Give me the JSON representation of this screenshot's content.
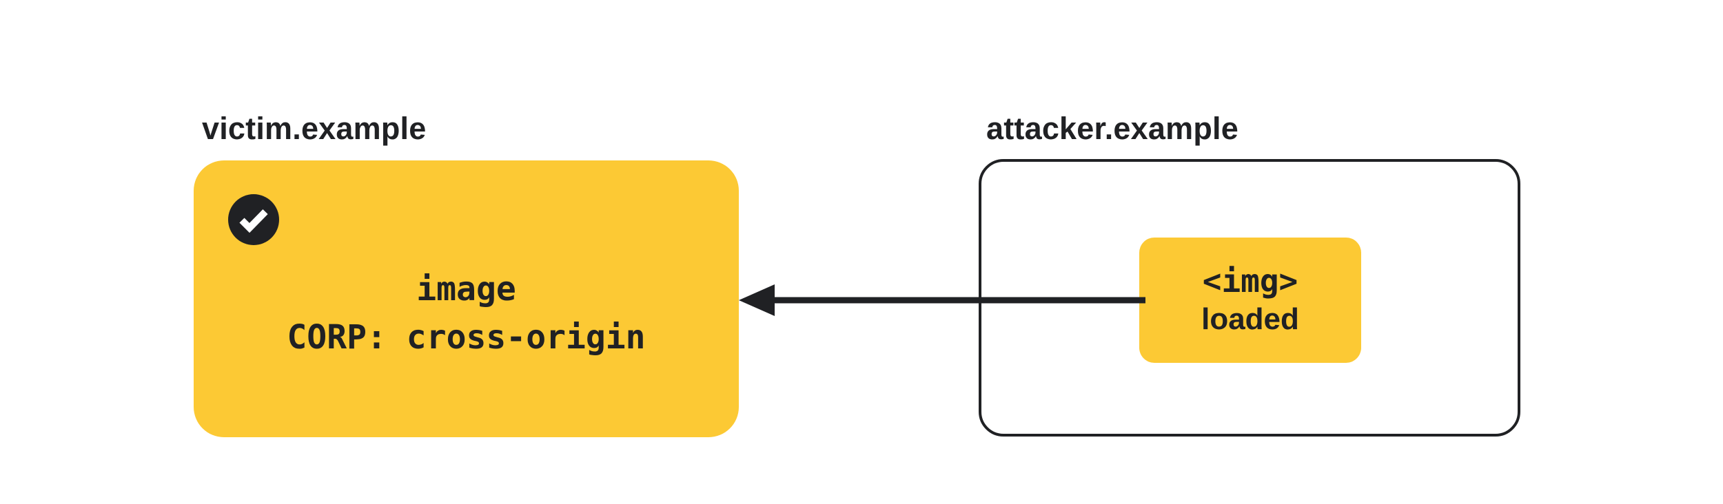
{
  "colors": {
    "yellow": "#FCC934",
    "ink": "#202124",
    "surface": "#FFFFFF"
  },
  "victim": {
    "domain_label": "victim.example",
    "card_line1": "image",
    "card_line2": "CORP: cross-origin",
    "status_icon": "checkmark-icon"
  },
  "attacker": {
    "domain_label": "attacker.example",
    "chip_line1": "<img>",
    "chip_line2": "loaded"
  }
}
